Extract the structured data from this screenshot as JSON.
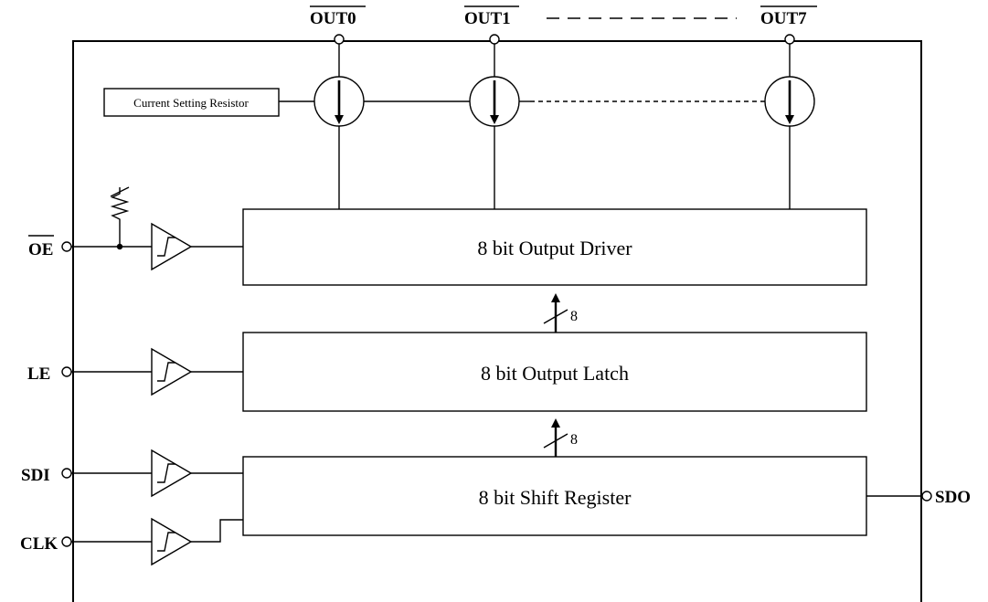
{
  "outputs": {
    "out0": "OUT0",
    "out1": "OUT1",
    "out7": "OUT7"
  },
  "current_setting_resistor": "Current Setting Resistor",
  "blocks": {
    "output_driver": "8 bit Output Driver",
    "output_latch": "8 bit Output Latch",
    "shift_register": "8 bit Shift Register"
  },
  "bus_widths": {
    "driver_latch": "8",
    "latch_shift": "8"
  },
  "pins": {
    "oe": "OE",
    "le": "LE",
    "sdi": "SDI",
    "clk": "CLK",
    "sdo": "SDO"
  }
}
